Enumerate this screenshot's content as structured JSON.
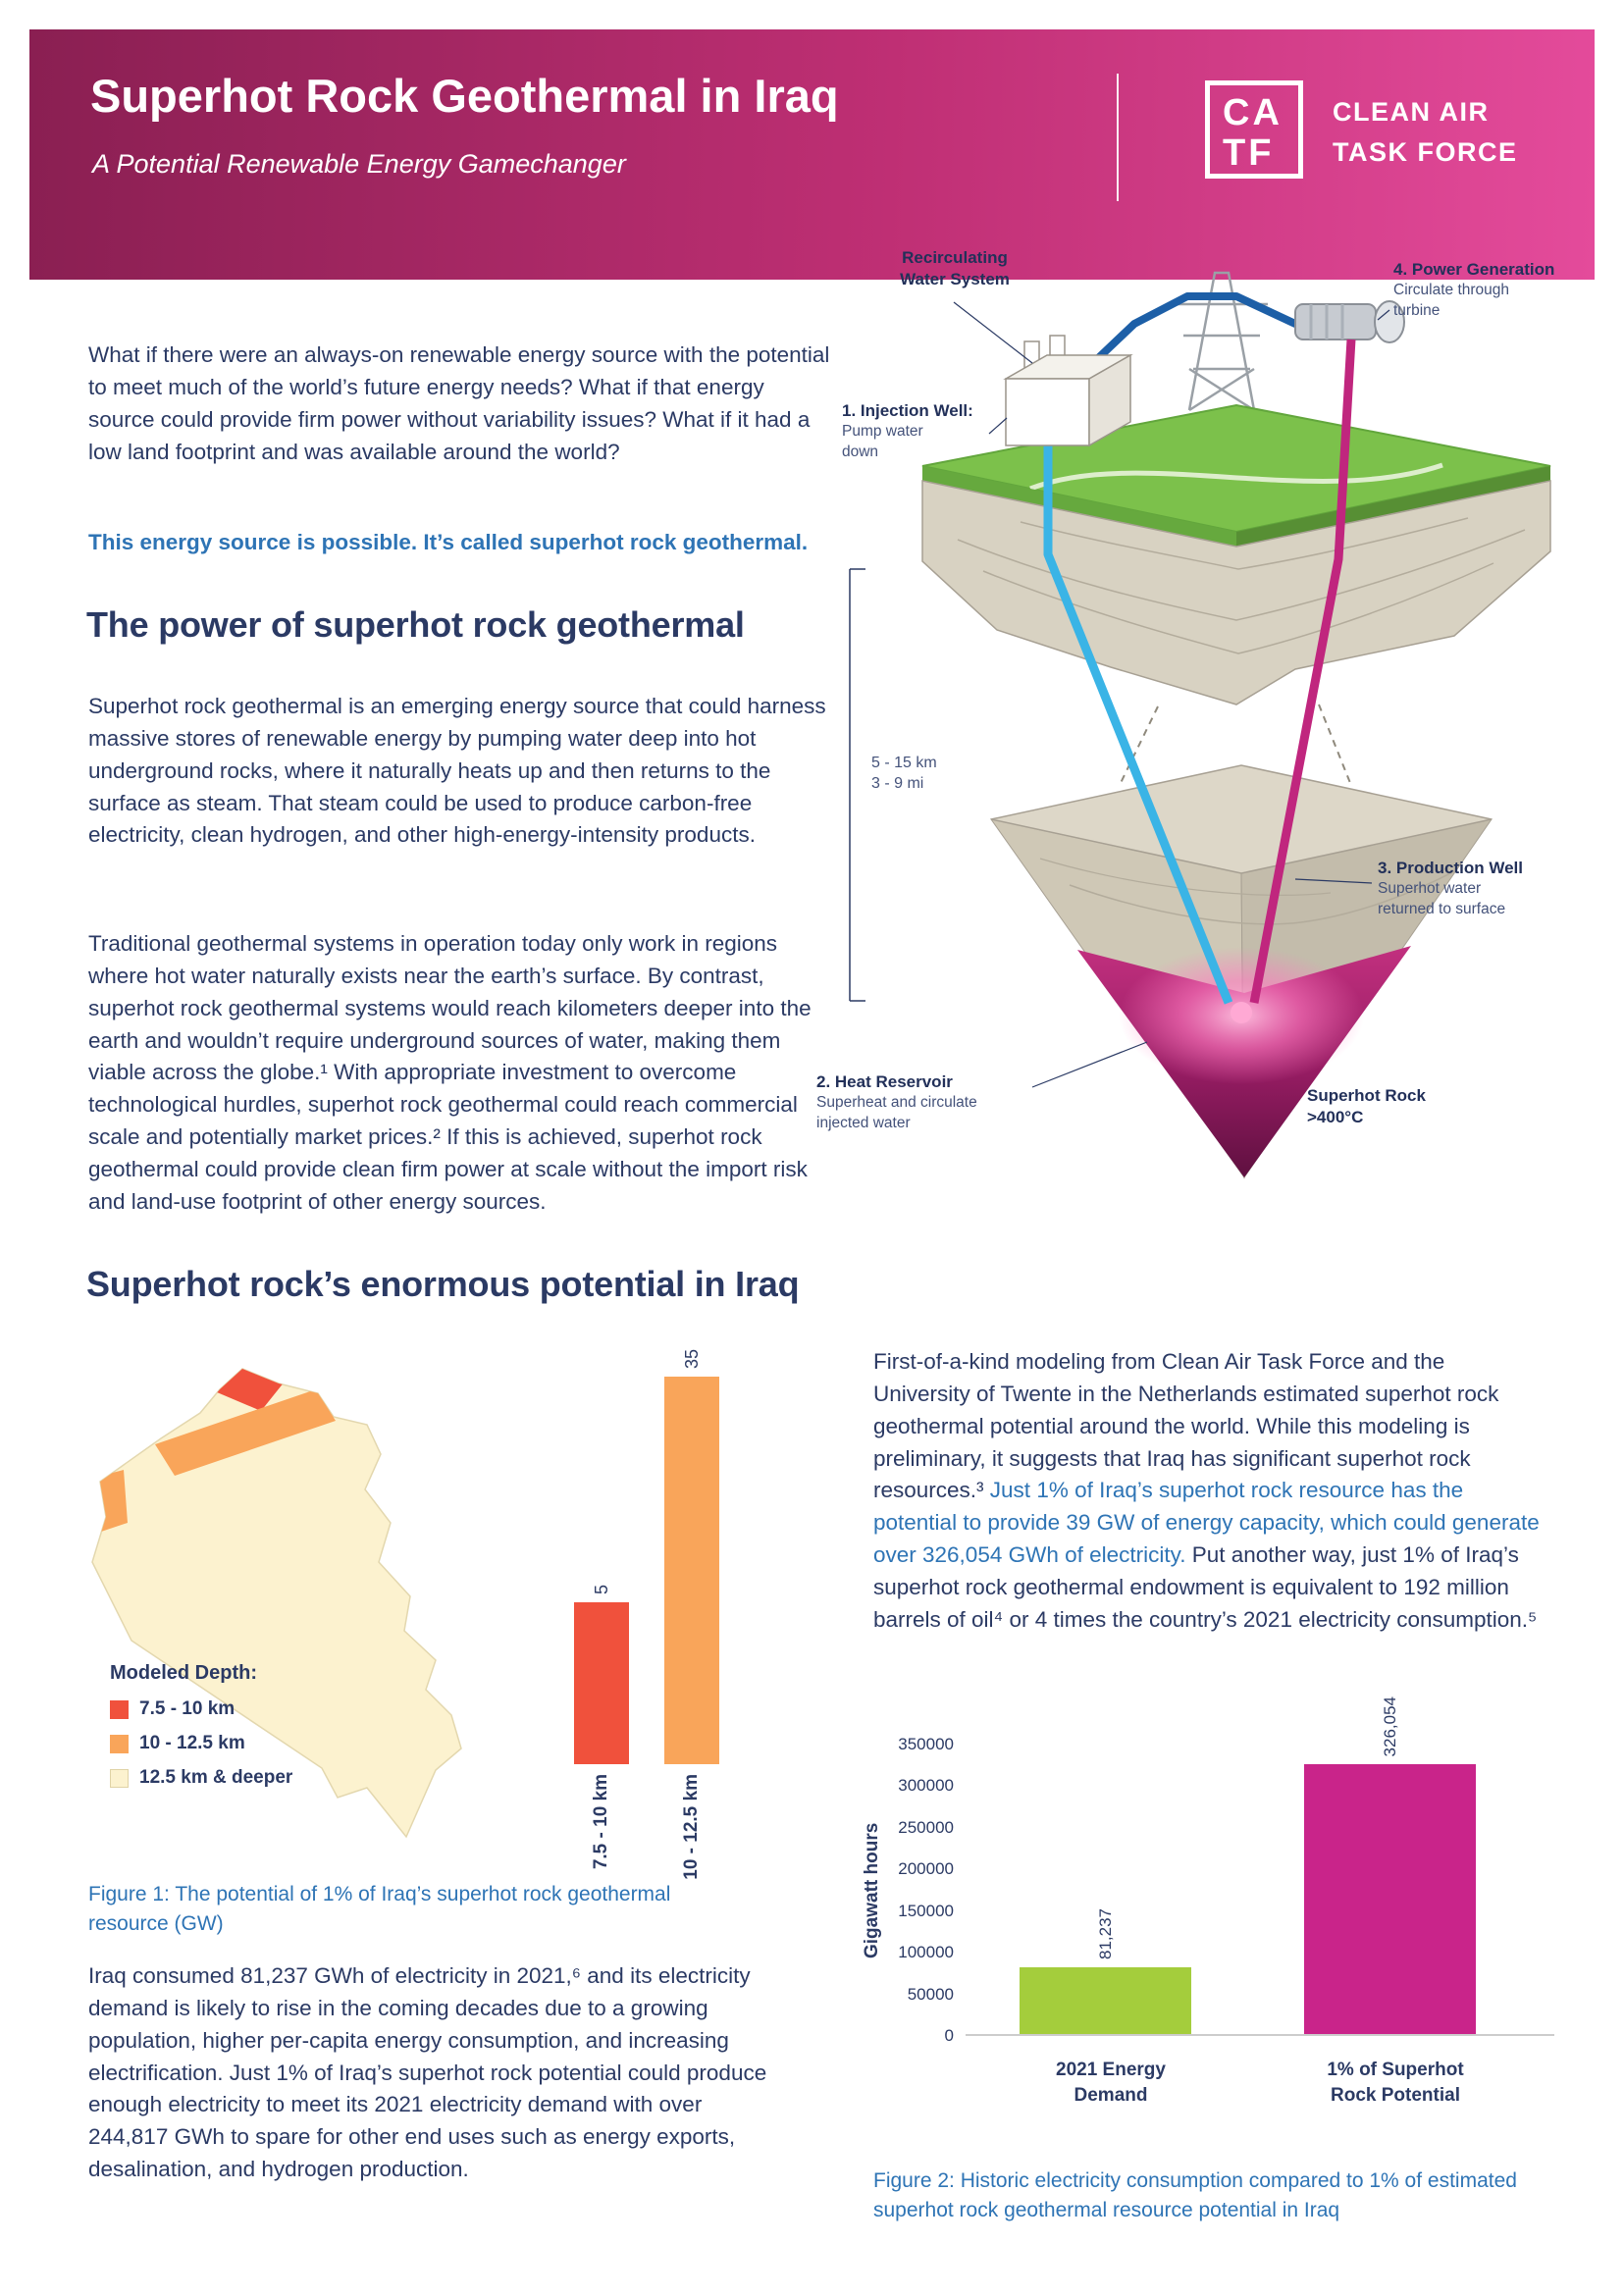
{
  "header": {
    "title": "Superhot Rock Geothermal in Iraq",
    "subtitle": "A Potential Renewable Energy Gamechanger",
    "logo": {
      "monogram_top": "CA",
      "monogram_bottom": "TF",
      "wordmark_line1": "CLEAN AIR",
      "wordmark_line2": "TASK FORCE"
    }
  },
  "intro": {
    "hook": "What if there were an always-on renewable energy source with the potential to meet much of the world’s future energy needs? What if that energy source could provide firm power without variability issues? What if it had a low land footprint and was available around the world?",
    "statement": "This energy source is possible. It’s called superhot rock geothermal."
  },
  "power_section": {
    "heading": "The power of superhot rock geothermal",
    "para1": "Superhot rock geothermal is an emerging energy source that could harness massive stores of renewable energy by pumping water deep into hot underground rocks, where it naturally heats up and then returns to the surface as steam. That steam could be used to produce carbon-free electricity, clean hydrogen, and other high-energy-intensity products.",
    "para2": "Traditional geothermal systems in operation today only work in regions where hot water naturally exists near the earth’s surface. By contrast, superhot rock geothermal systems would reach kilometers deeper into the earth and wouldn’t require underground sources of water, making them viable across the globe.¹ With appropriate investment to overcome technological hurdles, superhot rock geothermal could reach commercial scale and potentially market prices.² If this is achieved, superhot rock geothermal could provide clean firm power at scale without the import risk and land-use footprint of other energy sources."
  },
  "diagram": {
    "recirculating_line1": "Recirculating",
    "recirculating_line2": "Water System",
    "injection_title": "1. Injection Well:",
    "injection_sub1": "Pump water",
    "injection_sub2": "down",
    "power_title": "4. Power Generation",
    "power_sub1": "Circulate through",
    "power_sub2": "turbine",
    "depth_km": "5 - 15 km",
    "depth_mi": "3 - 9 mi",
    "production_title": "3. Production Well",
    "production_sub1": "Superhot water",
    "production_sub2": "returned to surface",
    "reservoir_title": "2. Heat Reservoir",
    "reservoir_sub1": "Superheat and circulate",
    "reservoir_sub2": "injected water",
    "rock_title": "Superhot Rock",
    "rock_sub": ">400°C"
  },
  "potential_section": {
    "heading": "Superhot rock’s enormous potential in Iraq",
    "legend": {
      "title": "Modeled Depth:",
      "items": [
        {
          "label": "7.5 - 10 km",
          "color": "#f0513c"
        },
        {
          "label": "10 - 12.5 km",
          "color": "#f9a55a"
        },
        {
          "label": "12.5 km & deeper",
          "color": "#fcf2cf"
        }
      ]
    },
    "figure1_caption": "Figure 1: The potential of 1% of Iraq’s superhot rock geothermal resource (GW)",
    "left_para": "Iraq consumed 81,237 GWh of electricity in 2021,⁶ and its electricity demand is likely to rise in the coming decades due to a growing population, higher per-capita energy consumption, and increasing electrification. Just 1% of Iraq’s superhot rock potential could produce enough electricity to meet its 2021 electricity demand with over 244,817 GWh to spare for other end uses such as energy exports, desalination, and hydrogen production.",
    "right_para_part1": "First-of-a-kind modeling from Clean Air Task Force and the University of Twente in the Netherlands estimated superhot rock geothermal potential around the world. While this modeling is preliminary, it suggests that Iraq has significant superhot rock resources.³",
    "right_para_part2": " Just 1% of Iraq’s superhot rock resource has the potential to provide 39 GW of energy capacity, which could generate over 326,054 GWh of electricity.",
    "right_para_part3": " Put another way, just 1% of Iraq’s superhot rock geothermal endowment is equivalent to 192 million barrels of oil⁴ or 4 times the country’s 2021 electricity consumption.⁵",
    "figure2_caption": "Figure 2: Historic electricity consumption compared to 1% of estimated superhot rock geothermal resource potential in Iraq"
  },
  "chart_data": [
    {
      "type": "bar",
      "title": "The potential of 1% of Iraq's superhot rock geothermal resource (GW)",
      "categories": [
        "7.5 - 10 km",
        "10 - 12.5 km"
      ],
      "values": [
        5,
        35
      ],
      "ylabel": "GW",
      "ylim": [
        0,
        35
      ],
      "colors": [
        "#f0513c",
        "#f9a55a"
      ],
      "grid": false,
      "legend_position": "none"
    },
    {
      "type": "bar",
      "title": "Historic electricity consumption compared to 1% of estimated superhot rock geothermal resource potential in Iraq",
      "categories": [
        "2021 Energy Demand",
        "1% of Superhot Rock Potential"
      ],
      "category_lines": [
        [
          "2021 Energy",
          "Demand"
        ],
        [
          "1% of Superhot",
          "Rock Potential"
        ]
      ],
      "values": [
        81237,
        326054
      ],
      "value_labels": [
        "81,237",
        "326,054"
      ],
      "ylabel": "Gigawatt hours",
      "ylim": [
        0,
        350000
      ],
      "yticks": [
        "350000",
        "300000",
        "250000",
        "200000",
        "150000",
        "100000",
        "50000",
        "0"
      ],
      "colors": [
        "#a4cd3c",
        "#c9248a"
      ],
      "grid": false,
      "legend_position": "none"
    }
  ]
}
